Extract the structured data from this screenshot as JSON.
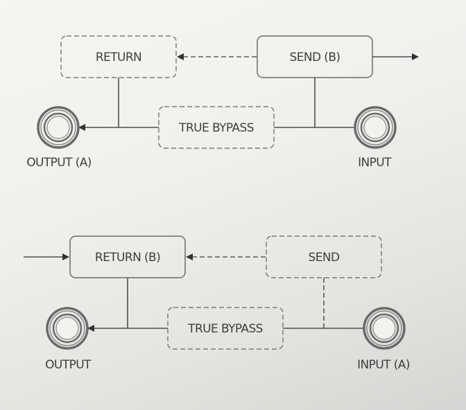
{
  "diagrams": [
    {
      "name": "mode-a-send-b",
      "boxes": {
        "return": {
          "label": "RETURN",
          "style": "dashed"
        },
        "send": {
          "label": "SEND (B)",
          "style": "solid"
        },
        "bypass": {
          "label": "TRUE BYPASS",
          "style": "dashed"
        }
      },
      "jacks": {
        "output": {
          "label": "OUTPUT (A)"
        },
        "input": {
          "label": "INPUT"
        }
      }
    },
    {
      "name": "mode-b-return-b",
      "boxes": {
        "return": {
          "label": "RETURN (B)",
          "style": "solid"
        },
        "send": {
          "label": "SEND",
          "style": "dashed"
        },
        "bypass": {
          "label": "TRUE BYPASS",
          "style": "dashed"
        }
      },
      "jacks": {
        "output": {
          "label": "OUTPUT"
        },
        "input": {
          "label": "INPUT (A)"
        }
      }
    }
  ],
  "colors": {
    "line": "#4e4e4e",
    "text": "#3e3e3e",
    "background": "#f1f0ed"
  }
}
